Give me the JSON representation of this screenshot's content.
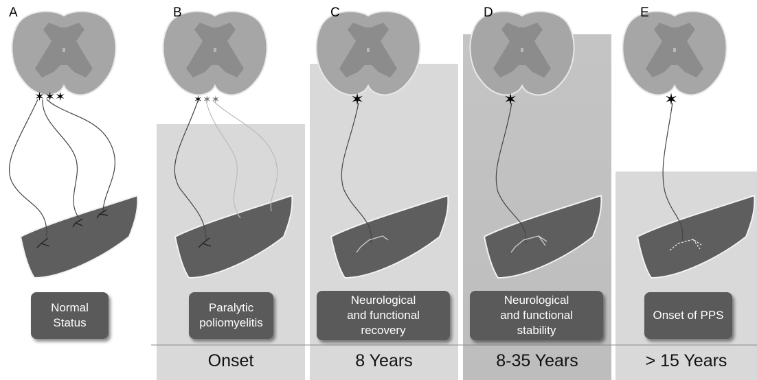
{
  "panels": [
    {
      "letter": "A",
      "status": "Normal\nStatus",
      "time": ""
    },
    {
      "letter": "B",
      "status": "Paralytic\npoliomyelitis",
      "time": "Onset"
    },
    {
      "letter": "C",
      "status": "Neurological\nand functional\nrecovery",
      "time": "8 Years"
    },
    {
      "letter": "D",
      "status": "Neurological\nand functional\nstability",
      "time": "8-35 Years"
    },
    {
      "letter": "E",
      "status": "Onset of PPS",
      "time": "> 15 Years"
    }
  ],
  "colors": {
    "cord_outer": "#a8a8a8",
    "cord_grey_matter": "#8e8e8e",
    "muscle": "#5c5c5c",
    "label_box": "#5a5a5a",
    "background_bars": "#d6d6d6"
  }
}
